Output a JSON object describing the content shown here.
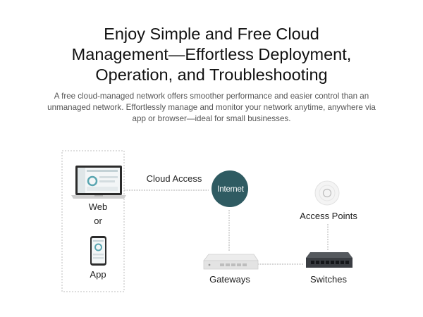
{
  "headline": {
    "line1": "Enjoy Simple and Free Cloud",
    "line2": "Management—Effortless Deployment,",
    "line3": "Operation, and Troubleshooting"
  },
  "description": {
    "line1": "A free cloud-managed network offers smoother performance and easier control than an",
    "line2": "unmanaged network. Effortlessly manage and monitor your network anytime, anywhere via",
    "line3": "app or browser—ideal for small businesses."
  },
  "diagram": {
    "web_label": "Web",
    "or_label": "or",
    "app_label": "App",
    "cloud_access_label": "Cloud Access",
    "internet_label": "Internet",
    "access_points_label": "Access Points",
    "gateways_label": "Gateways",
    "switches_label": "Switches"
  },
  "colors": {
    "internet_node": "#2f5b62",
    "switch_body": "#3a3d42",
    "connector_line": "#c8c8c8"
  },
  "icons": {
    "laptop": "laptop-icon",
    "phone": "smartphone-icon",
    "internet": "globe-icon",
    "access_point": "access-point-icon",
    "gateway": "router-icon",
    "switch": "switch-icon"
  }
}
